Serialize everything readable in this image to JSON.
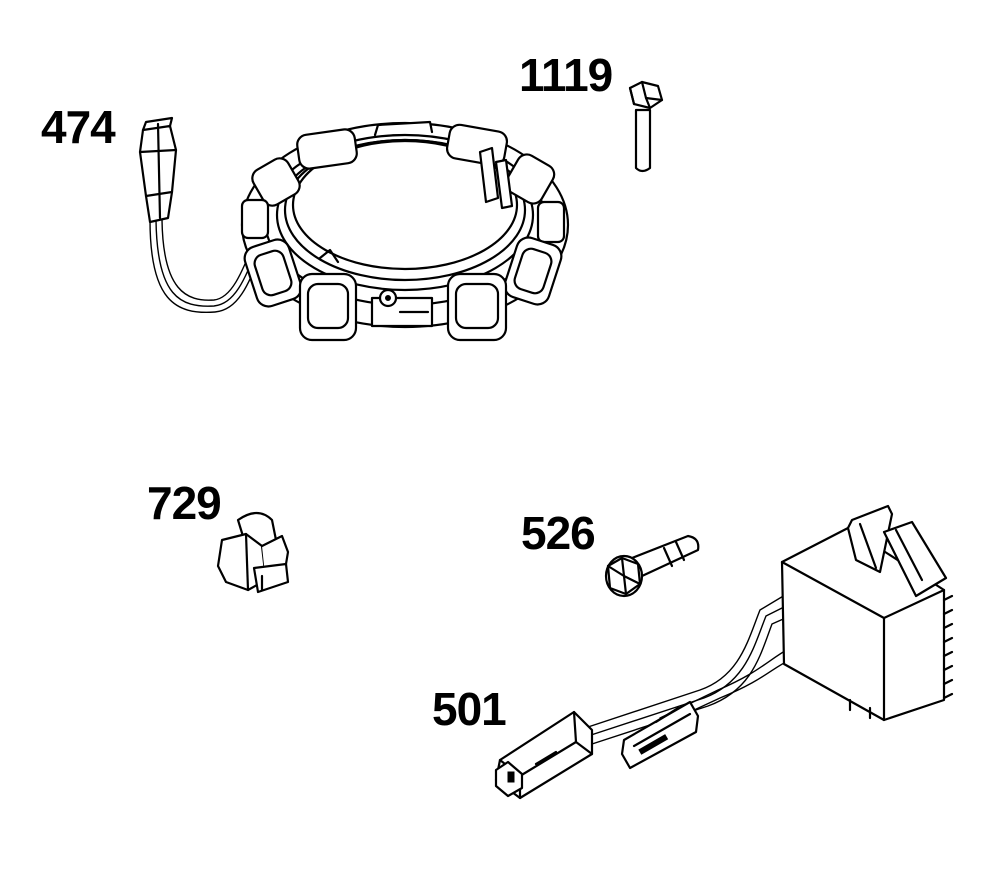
{
  "callouts": {
    "stator": "474",
    "bolt_long": "1119",
    "clip": "729",
    "bolt_flange": "526",
    "regulator": "501"
  }
}
